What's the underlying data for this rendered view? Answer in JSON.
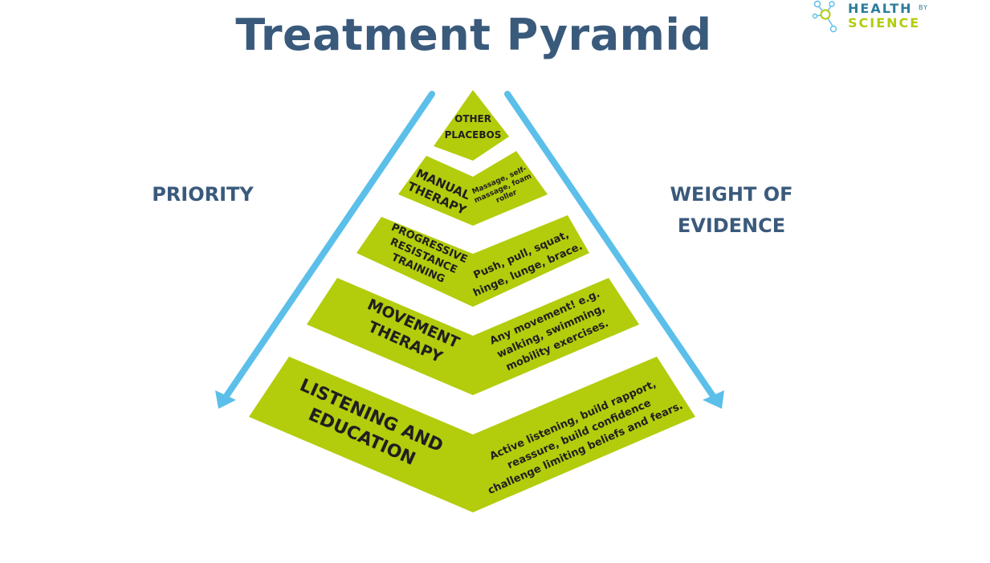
{
  "title": "Treatment Pyramid",
  "logo": {
    "line1": "HEALTH",
    "by": "BY",
    "line2": "SCIENCE"
  },
  "labels": {
    "priority": "PRIORITY",
    "weight_line1": "WEIGHT OF",
    "weight_line2": "EVIDENCE"
  },
  "tiers": [
    {
      "left": [
        "OTHER",
        "PLACEBOS"
      ],
      "right": []
    },
    {
      "left": [
        "MANUAL",
        "THERAPY"
      ],
      "right": [
        "Massage, self-",
        "massage, foam",
        "roller"
      ]
    },
    {
      "left": [
        "PROGRESSIVE",
        "RESISTANCE",
        "TRAINING"
      ],
      "right": [
        "Push, pull, squat,",
        "hinge, lunge, brace."
      ]
    },
    {
      "left": [
        "MOVEMENT",
        "THERAPY"
      ],
      "right": [
        "Any movement! e.g.",
        "walking, swimming,",
        "mobility exercises."
      ]
    },
    {
      "left": [
        "LISTENING AND",
        "EDUCATION"
      ],
      "right": [
        "Active listening, build rapport,",
        "reassure, build confidence",
        "challenge limiting beliefs and fears."
      ]
    }
  ],
  "colors": {
    "tier": "#b3cc0c",
    "arrow": "#5bbfe9",
    "heading": "#3a5a7c"
  }
}
